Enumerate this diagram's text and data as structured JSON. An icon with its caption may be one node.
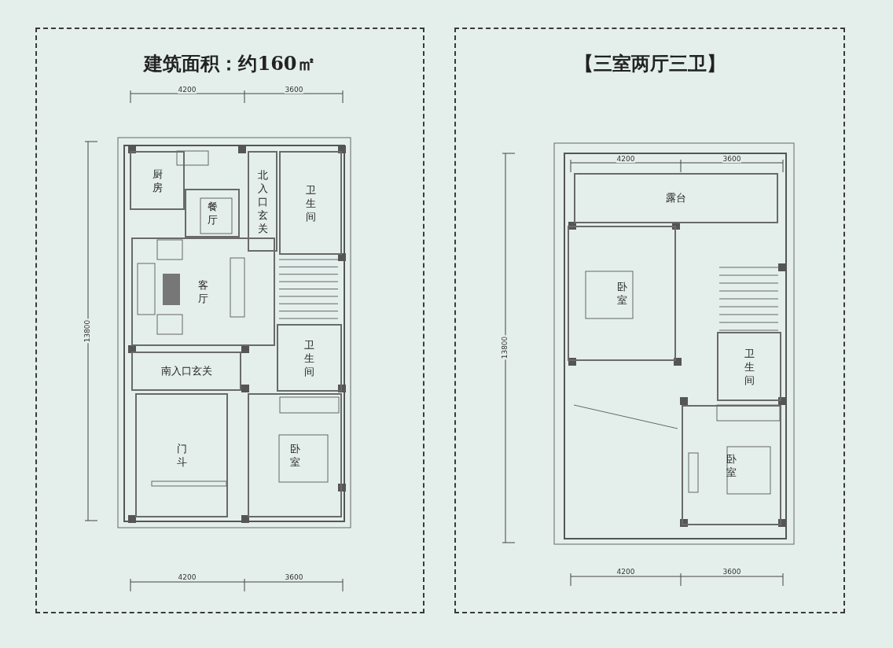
{
  "diagram": {
    "nodes": [
      {
        "text": [
          "建筑面积：约160㎡"
        ]
      },
      {
        "text": [
          "厨房"
        ],
        "in": 0
      },
      {
        "text": [
          "餐厅"
        ],
        "in": 0
      },
      {
        "text": [
          "北入口玄关"
        ],
        "in": 0
      },
      {
        "text": [
          "卫生间"
        ],
        "in": 0
      },
      {
        "text": [
          "客厅"
        ],
        "in": 0
      },
      {
        "text": [
          "卫生间"
        ],
        "in": 0
      },
      {
        "text": [
          "南入口玄关"
        ],
        "in": 0
      },
      {
        "text": [
          "门斗"
        ],
        "in": 0
      },
      {
        "text": [
          "卧室"
        ],
        "in": 0
      },
      {
        "text": [
          "【三室两厅三卫】"
        ]
      },
      {
        "text": [
          "露台"
        ],
        "in": 10
      },
      {
        "text": [
          "卧室"
        ],
        "in": 10
      },
      {
        "text": [
          "卫生间"
        ],
        "in": 10
      },
      {
        "text": [
          "卧室"
        ],
        "in": 10
      }
    ],
    "labels": [
      "4200",
      "3600",
      "13800",
      "4200",
      "3600",
      "4200",
      "3600",
      "13800",
      "4200",
      "3600"
    ]
  }
}
